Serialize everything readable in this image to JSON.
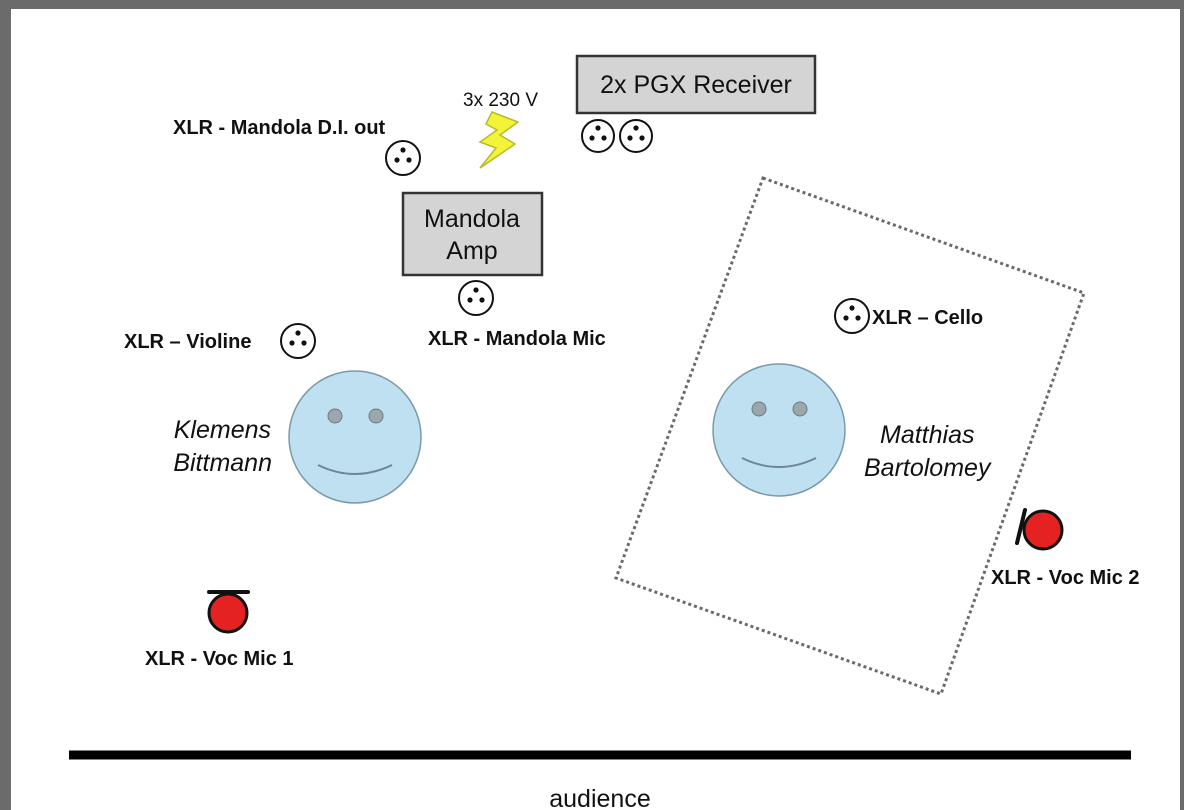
{
  "power": {
    "label": "3x 230 V"
  },
  "equipment": {
    "receiver": {
      "label": "2x PGX Receiver"
    },
    "amp": {
      "line1": "Mandola",
      "line2": "Amp"
    }
  },
  "xlr_labels": {
    "mandola_di": "XLR - Mandola D.I. out",
    "mandola_mic": "XLR - Mandola Mic",
    "violine": "XLR – Violine",
    "cello": "XLR – Cello",
    "voc_mic_1": "XLR - Voc Mic 1",
    "voc_mic_2": "XLR - Voc Mic 2"
  },
  "musicians": {
    "left": {
      "first": "Klemens",
      "last": "Bittmann"
    },
    "right": {
      "first": "Matthias",
      "last": "Bartolomey"
    }
  },
  "audience": {
    "label": "audience"
  },
  "colors": {
    "face": "#bfe0f1",
    "mic": "#e52222",
    "box": "#d4d4d4",
    "bolt": "#f3f33a",
    "frame": "#6b6b6b"
  },
  "icons": [
    "xlr-connector-icon",
    "power-bolt-icon",
    "vocal-mic-icon",
    "smiley-face-icon"
  ]
}
